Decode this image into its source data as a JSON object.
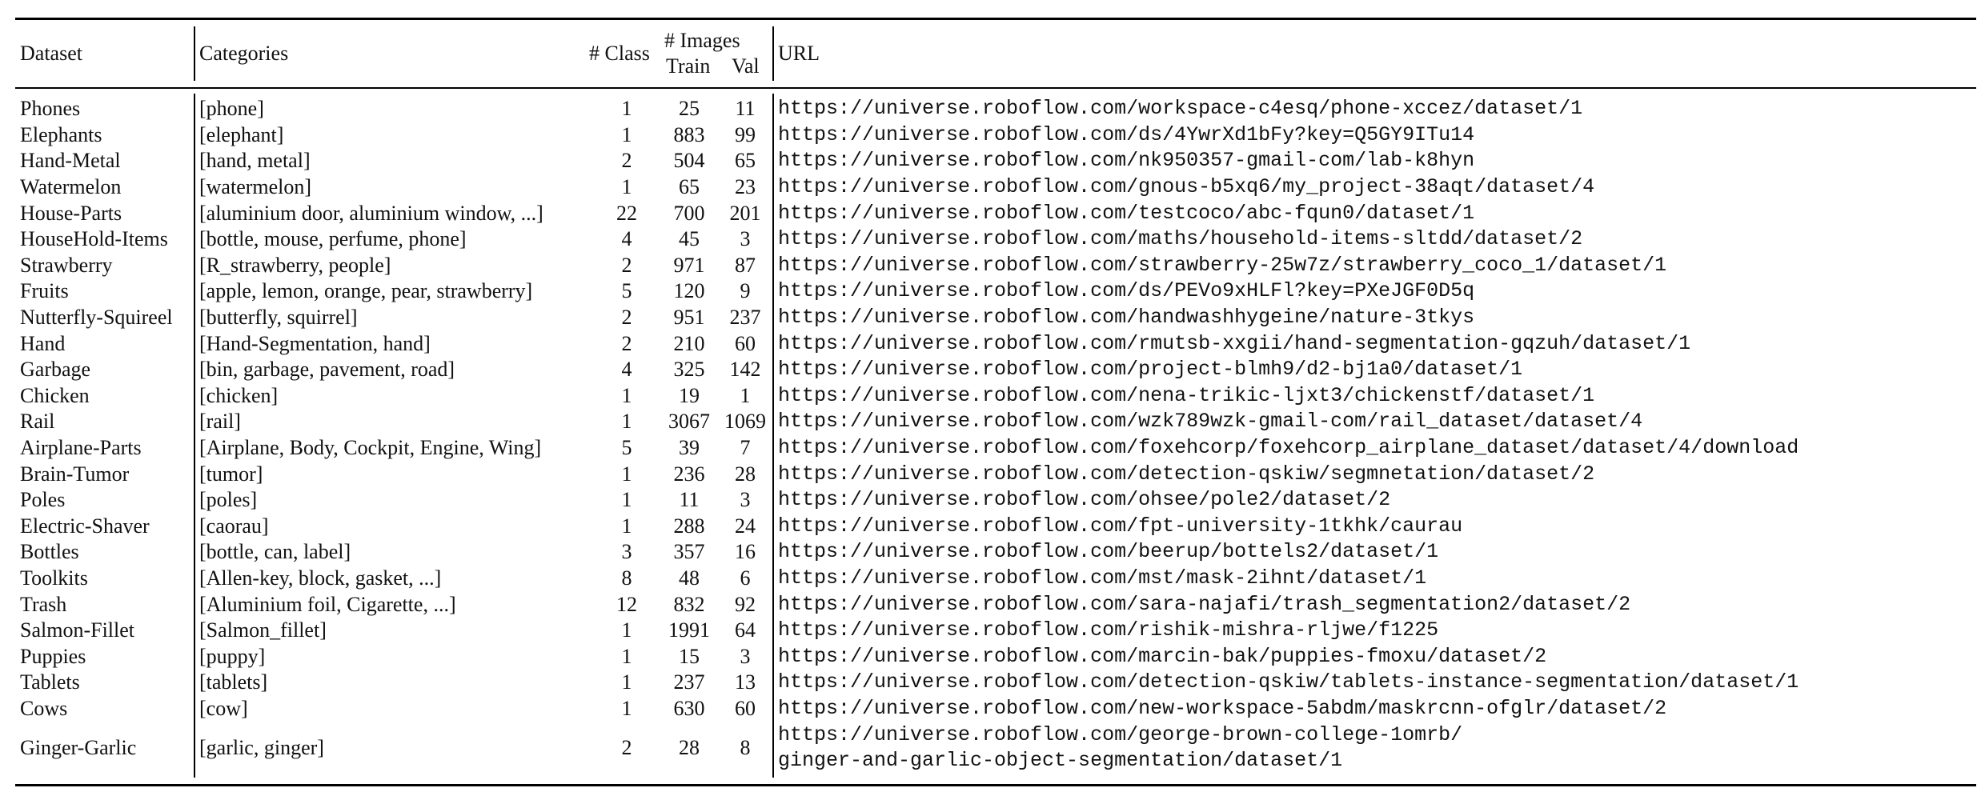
{
  "headers": {
    "dataset": "Dataset",
    "categories": "Categories",
    "class": "# Class",
    "images": "# Images",
    "train": "Train",
    "val": "Val",
    "url": "URL"
  },
  "rows": [
    {
      "dataset": "Phones",
      "categories": "[phone]",
      "class": "1",
      "train": "25",
      "val": "11",
      "url": "https://universe.roboflow.com/workspace-c4esq/phone-xccez/dataset/1"
    },
    {
      "dataset": "Elephants",
      "categories": "[elephant]",
      "class": "1",
      "train": "883",
      "val": "99",
      "url": "https://universe.roboflow.com/ds/4YwrXd1bFy?key=Q5GY9ITu14"
    },
    {
      "dataset": "Hand-Metal",
      "categories": "[hand, metal]",
      "class": "2",
      "train": "504",
      "val": "65",
      "url": "https://universe.roboflow.com/nk950357-gmail-com/lab-k8hyn"
    },
    {
      "dataset": "Watermelon",
      "categories": "[watermelon]",
      "class": "1",
      "train": "65",
      "val": "23",
      "url": "https://universe.roboflow.com/gnous-b5xq6/my_project-38aqt/dataset/4"
    },
    {
      "dataset": "House-Parts",
      "categories": "[aluminium door, aluminium window, ...]",
      "class": "22",
      "train": "700",
      "val": "201",
      "url": "https://universe.roboflow.com/testcoco/abc-fqun0/dataset/1"
    },
    {
      "dataset": "HouseHold-Items",
      "categories": "[bottle, mouse, perfume, phone]",
      "class": "4",
      "train": "45",
      "val": "3",
      "url": "https://universe.roboflow.com/maths/household-items-sltdd/dataset/2"
    },
    {
      "dataset": "Strawberry",
      "categories": "[R_strawberry, people]",
      "class": "2",
      "train": "971",
      "val": "87",
      "url": "https://universe.roboflow.com/strawberry-25w7z/strawberry_coco_1/dataset/1"
    },
    {
      "dataset": "Fruits",
      "categories": "[apple, lemon, orange, pear, strawberry]",
      "class": "5",
      "train": "120",
      "val": "9",
      "url": "https://universe.roboflow.com/ds/PEVo9xHLFl?key=PXeJGF0D5q"
    },
    {
      "dataset": "Nutterfly-Squireel",
      "categories": "[butterfly, squirrel]",
      "class": "2",
      "train": "951",
      "val": "237",
      "url": "https://universe.roboflow.com/handwashhygeine/nature-3tkys"
    },
    {
      "dataset": "Hand",
      "categories": "[Hand-Segmentation, hand]",
      "class": "2",
      "train": "210",
      "val": "60",
      "url": "https://universe.roboflow.com/rmutsb-xxgii/hand-segmentation-gqzuh/dataset/1"
    },
    {
      "dataset": "Garbage",
      "categories": "[bin, garbage, pavement, road]",
      "class": "4",
      "train": "325",
      "val": "142",
      "url": "https://universe.roboflow.com/project-blmh9/d2-bj1a0/dataset/1"
    },
    {
      "dataset": "Chicken",
      "categories": "[chicken]",
      "class": "1",
      "train": "19",
      "val": "1",
      "url": "https://universe.roboflow.com/nena-trikic-ljxt3/chickenstf/dataset/1"
    },
    {
      "dataset": "Rail",
      "categories": "[rail]",
      "class": "1",
      "train": "3067",
      "val": "1069",
      "url": "https://universe.roboflow.com/wzk789wzk-gmail-com/rail_dataset/dataset/4"
    },
    {
      "dataset": "Airplane-Parts",
      "categories": "[Airplane, Body, Cockpit, Engine, Wing]",
      "class": "5",
      "train": "39",
      "val": "7",
      "url": "https://universe.roboflow.com/foxehcorp/foxehcorp_airplane_dataset/dataset/4/download"
    },
    {
      "dataset": "Brain-Tumor",
      "categories": "[tumor]",
      "class": "1",
      "train": "236",
      "val": "28",
      "url": "https://universe.roboflow.com/detection-qskiw/segmnetation/dataset/2"
    },
    {
      "dataset": "Poles",
      "categories": "[poles]",
      "class": "1",
      "train": "11",
      "val": "3",
      "url": "https://universe.roboflow.com/ohsee/pole2/dataset/2"
    },
    {
      "dataset": "Electric-Shaver",
      "categories": "[caorau]",
      "class": "1",
      "train": "288",
      "val": "24",
      "url": "https://universe.roboflow.com/fpt-university-1tkhk/caurau"
    },
    {
      "dataset": "Bottles",
      "categories": "[bottle, can, label]",
      "class": "3",
      "train": "357",
      "val": "16",
      "url": "https://universe.roboflow.com/beerup/bottels2/dataset/1"
    },
    {
      "dataset": "Toolkits",
      "categories": "[Allen-key, block, gasket, ...]",
      "class": "8",
      "train": "48",
      "val": "6",
      "url": "https://universe.roboflow.com/mst/mask-2ihnt/dataset/1"
    },
    {
      "dataset": "Trash",
      "categories": "[Aluminium foil, Cigarette, ...]",
      "class": "12",
      "train": "832",
      "val": "92",
      "url": "https://universe.roboflow.com/sara-najafi/trash_segmentation2/dataset/2"
    },
    {
      "dataset": "Salmon-Fillet",
      "categories": "[Salmon_fillet]",
      "class": "1",
      "train": "1991",
      "val": "64",
      "url": "https://universe.roboflow.com/rishik-mishra-rljwe/f1225"
    },
    {
      "dataset": "Puppies",
      "categories": "[puppy]",
      "class": "1",
      "train": "15",
      "val": "3",
      "url": "https://universe.roboflow.com/marcin-bak/puppies-fmoxu/dataset/2"
    },
    {
      "dataset": "Tablets",
      "categories": "[tablets]",
      "class": "1",
      "train": "237",
      "val": "13",
      "url": "https://universe.roboflow.com/detection-qskiw/tablets-instance-segmentation/dataset/1"
    },
    {
      "dataset": "Cows",
      "categories": "[cow]",
      "class": "1",
      "train": "630",
      "val": "60",
      "url": "https://universe.roboflow.com/new-workspace-5abdm/maskrcnn-ofglr/dataset/2"
    },
    {
      "dataset": "Ginger-Garlic",
      "categories": "[garlic, ginger]",
      "class": "2",
      "train": "28",
      "val": "8",
      "url": "https://universe.roboflow.com/george-brown-college-1omrb/",
      "url_cont": "ginger-and-garlic-object-segmentation/dataset/1"
    }
  ]
}
